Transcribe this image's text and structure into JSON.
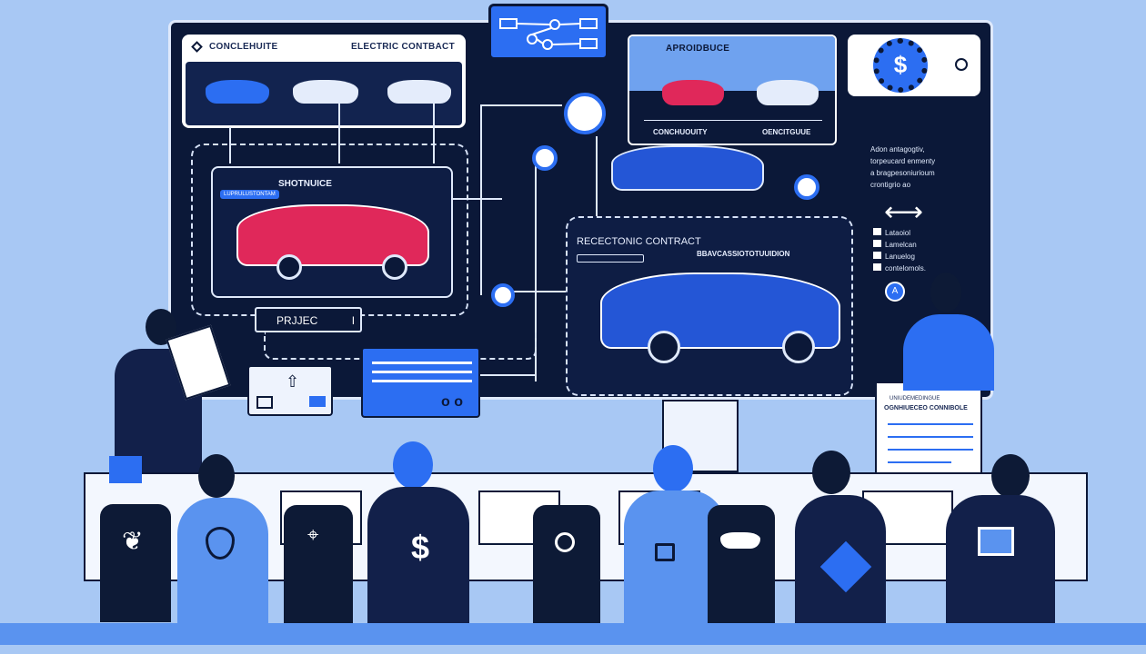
{
  "top_left_panel": {
    "title_left": "CONCLEHUITE",
    "title_right": "ELECTRIC CONTBACT"
  },
  "top_right_panel": {
    "label_left": "CONCHUOUITY",
    "label_right": "OENCITGUUE"
  },
  "heading_right": {
    "title": "APROIDBUCE"
  },
  "finance_panel": {
    "symbol": "$",
    "description": [
      "Adon antagogtiv,",
      "torpeucard enmenty",
      "a bragpesoniurioum",
      "crontigrio ao"
    ],
    "list": [
      "Lataoiol",
      "Lamelcan",
      "Lanuelog",
      "contelomols."
    ]
  },
  "left_car_panel": {
    "title": "SHOTNUICE",
    "tag": "LUPRULUSTONTAM"
  },
  "main_car_panel": {
    "title": "RECECTONIC CONTRACT",
    "subtitle": "BBAVCASSIOTOTUUIDION"
  },
  "project_box": {
    "label": "PRJJEC",
    "suffix": "I"
  },
  "document": {
    "title": "UNIUDEMEDINGUE",
    "subtitle": "OGNHIUECEO CONNIBOLE"
  },
  "badge": {
    "letter": "A"
  },
  "chair_icons": [
    "plant-icon",
    "shield-icon",
    "car-pin-icon",
    "dollar-icon",
    "gauge-icon",
    "lock-icon",
    "car-icon",
    "bag-icon"
  ],
  "dollar_symbol": "$",
  "colors": {
    "navy": "#0b1838",
    "accent": "#2c6ef2",
    "pink": "#e0285a",
    "bg": "#a8c8f4"
  }
}
